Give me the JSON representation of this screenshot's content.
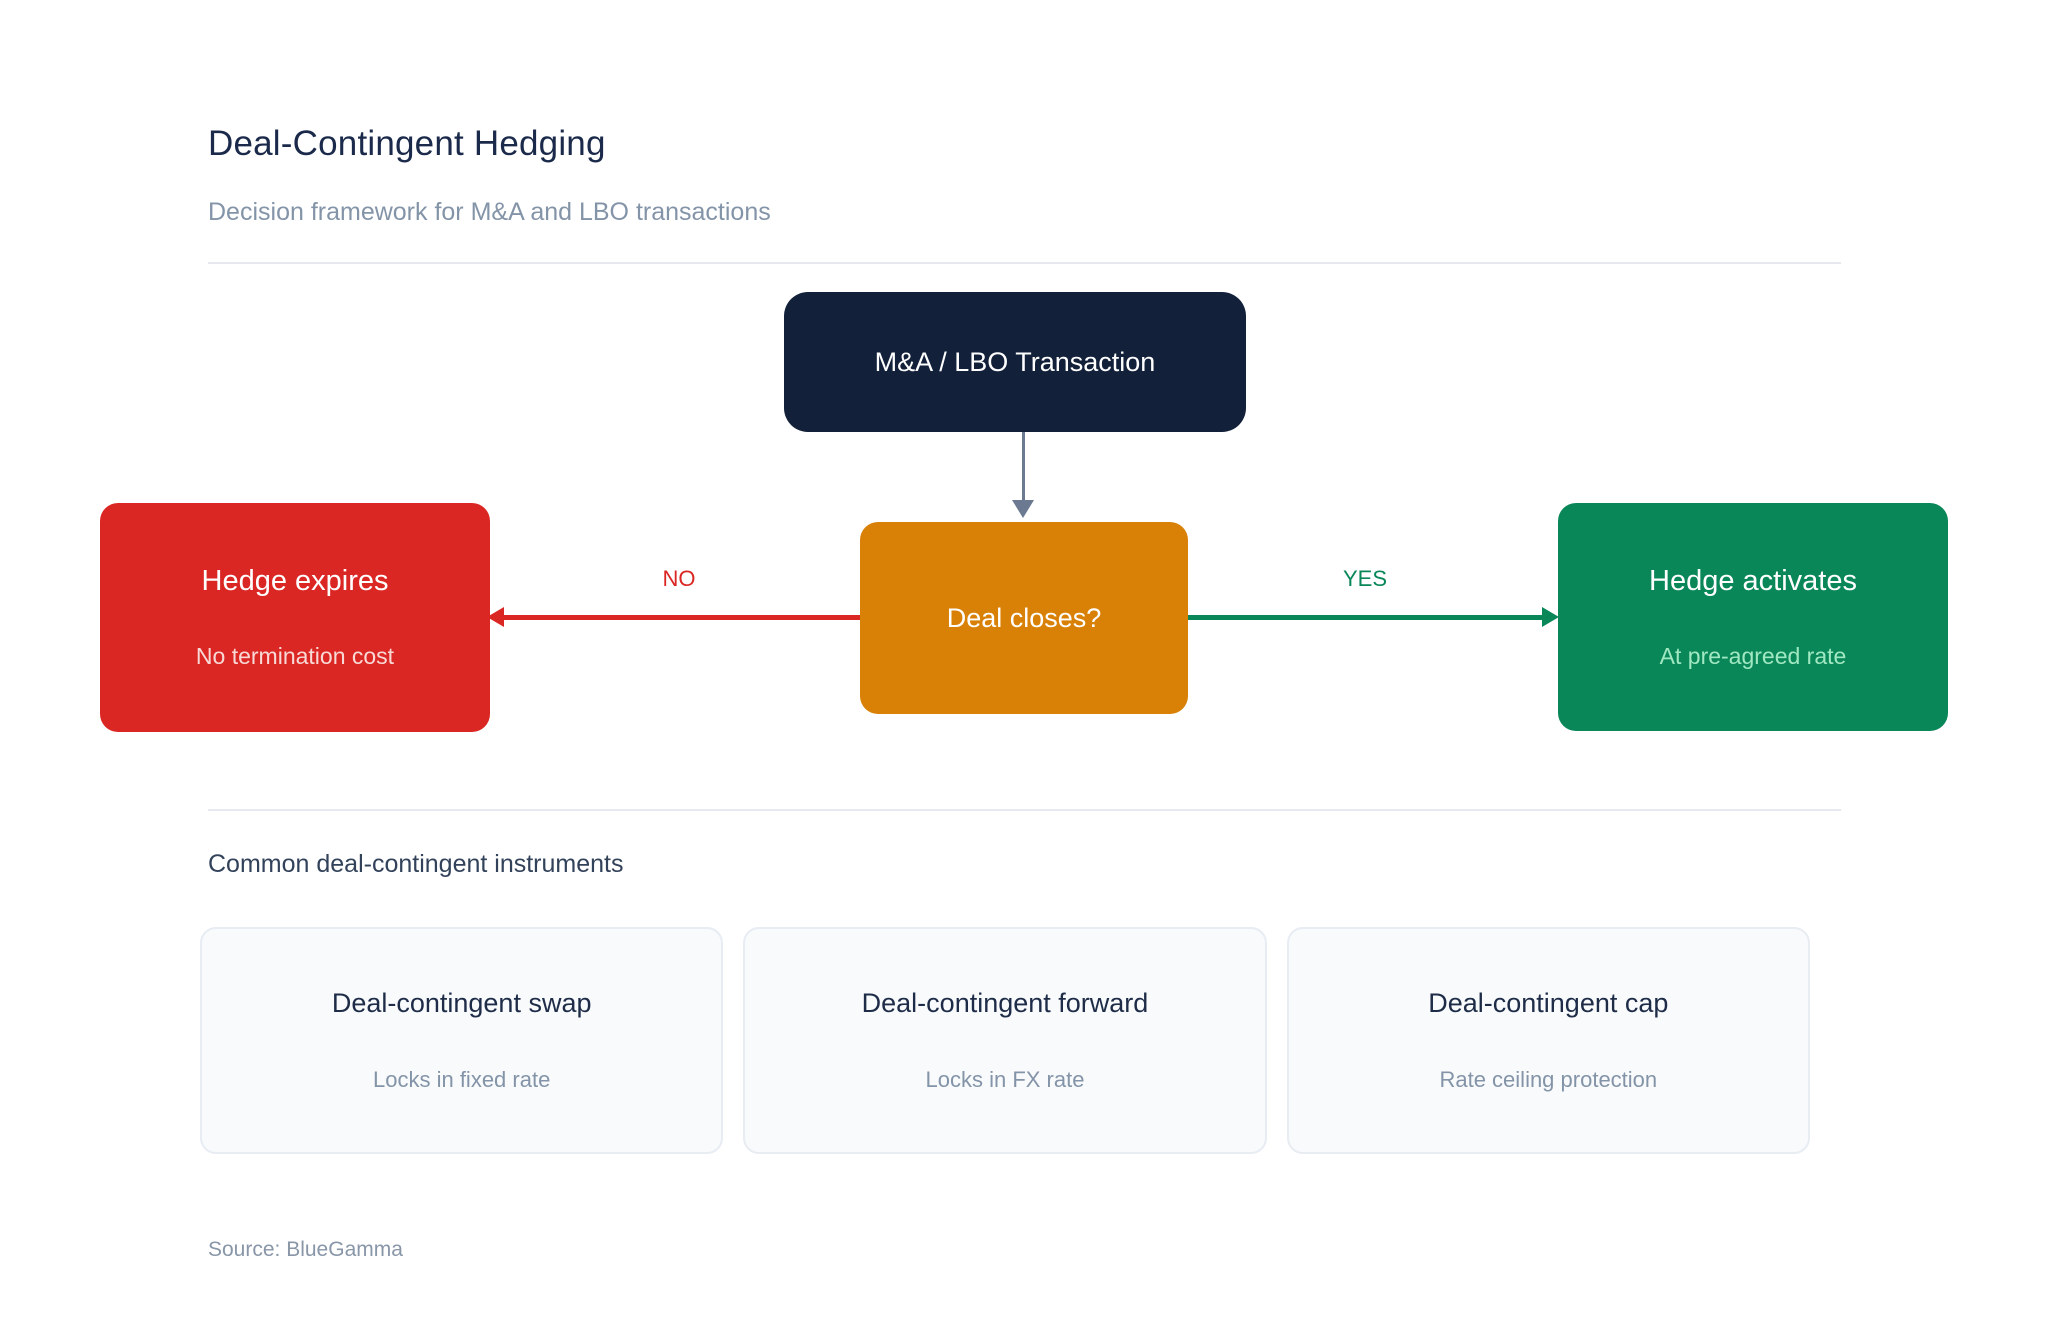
{
  "header": {
    "title": "Deal-Contingent Hedging",
    "subtitle": "Decision framework for M&A and LBO transactions"
  },
  "flowchart": {
    "root": {
      "label": "M&A / LBO Transaction"
    },
    "decision": {
      "label": "Deal closes?"
    },
    "no_branch": {
      "label": "NO",
      "node_title": "Hedge expires",
      "node_subtitle": "No termination cost"
    },
    "yes_branch": {
      "label": "YES",
      "node_title": "Hedge activates",
      "node_subtitle": "At pre-agreed rate"
    }
  },
  "instruments": {
    "section_title": "Common deal-contingent instruments",
    "cards": [
      {
        "title": "Deal-contingent swap",
        "subtitle": "Locks in fixed rate"
      },
      {
        "title": "Deal-contingent forward",
        "subtitle": "Locks in FX rate"
      },
      {
        "title": "Deal-contingent cap",
        "subtitle": "Rate ceiling protection"
      }
    ]
  },
  "footer": {
    "source": "Source: BlueGamma"
  },
  "colors": {
    "navy_node": "#12203a",
    "orange_node": "#d98106",
    "red_node": "#db2724",
    "green_node": "#0a8759",
    "arrow_slate": "#6b7a90",
    "red_subtext": "#f8d9d6",
    "green_subtext": "#a0e8c2",
    "title_text": "#1b2a4a",
    "muted_text": "#8494a8",
    "card_background": "#f8fafc",
    "card_border": "#e8ecf3",
    "divider": "#e7e8f0"
  }
}
